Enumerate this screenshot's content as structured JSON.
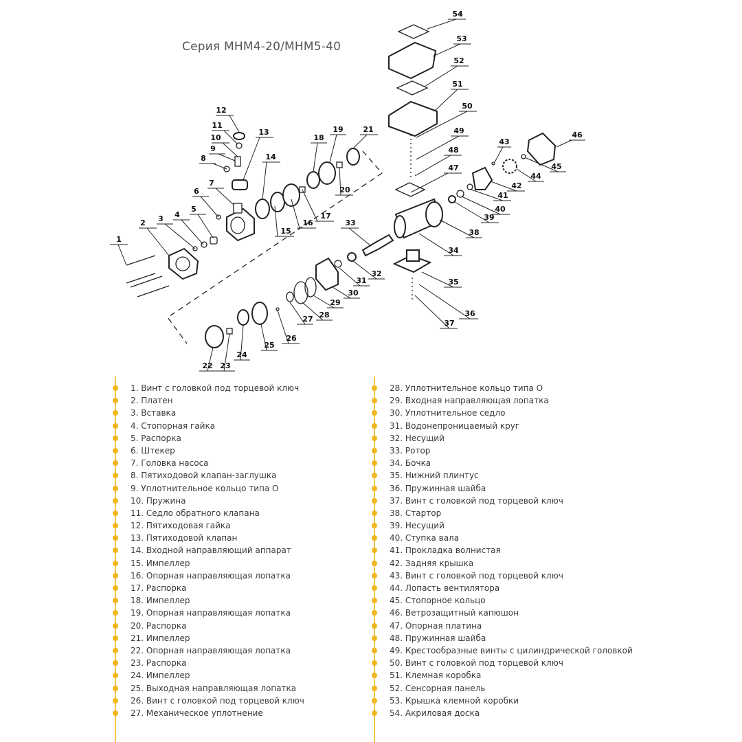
{
  "title": "Серия MHM4-20/MHM5-40",
  "colors": {
    "accent": "#f0b61a",
    "line": "#f5c542",
    "drawing": "#222222"
  },
  "callouts": [
    "1",
    "2",
    "3",
    "4",
    "5",
    "6",
    "7",
    "8",
    "9",
    "10",
    "11",
    "12",
    "13",
    "14",
    "15",
    "16",
    "17",
    "18",
    "19",
    "20",
    "21",
    "22",
    "23",
    "24",
    "25",
    "26",
    "27",
    "28",
    "29",
    "30",
    "31",
    "32",
    "33",
    "34",
    "35",
    "36",
    "37",
    "38",
    "39",
    "40",
    "41",
    "42",
    "43",
    "44",
    "45",
    "46",
    "47",
    "48",
    "49",
    "50",
    "51",
    "52",
    "53",
    "54"
  ],
  "legend_left": [
    "1. Винт с головкой под торцевой ключ",
    "2. Платен",
    "3. Вставка",
    "4. Стопорная гайка",
    "5. Распорка",
    "6. Штекер",
    "7. Головка насоса",
    "8. Пятиходовой клапан-заглушка",
    "9. Уплотнительное кольцо типа О",
    "10. Пружина",
    "11. Седло обратного клапана",
    "12. Пятиходовая гайка",
    "13. Пятиходовой клапан",
    "14. Входной направляющий аппарат",
    "15. Импеллер",
    "16. Опорная направляющая лопатка",
    "17. Распорка",
    "18. Импеллер",
    "19. Опорная направляющая лопатка",
    "20. Распорка",
    "21. Импеллер",
    "22. Опорная направляющая лопатка",
    "23. Распорка",
    "24. Импеллер",
    "25. Выходная направляющая лопатка",
    "26. Винт с головкой под торцевой ключ",
    "27. Механическое уплотнение"
  ],
  "legend_right": [
    "28. Уплотнительное кольцо типа О",
    "29. Входная направляющая лопатка",
    "30. Уплотнительное седло",
    "31. Водонепроницаемый круг",
    "32. Несущий",
    "33. Ротор",
    "34. Бочка",
    "35. Нижний плинтус",
    "36. Пружинная шайба",
    "37. Винт с головкой под торцевой ключ",
    "38. Стартор",
    "39. Несущий",
    "40. Ступка вала",
    "41. Прокладка волнистая",
    "42. Задняя крышка",
    "43. Винт с головкой под торцевой ключ",
    "44. Лопасть вентилятора",
    "45. Стопорное кольцо",
    "46. Ветрозащитный капюшон",
    "47. Опорная платина",
    "48. Пружинная шайба",
    "49. Крестообразные винты с цилиндрической головкой",
    "50. Винт с головкой под торцевой ключ",
    "51. Клемная коробка",
    "52. Сенсорная панель",
    "53. Крышка клемной коробки",
    "54. Акриловая доска"
  ]
}
